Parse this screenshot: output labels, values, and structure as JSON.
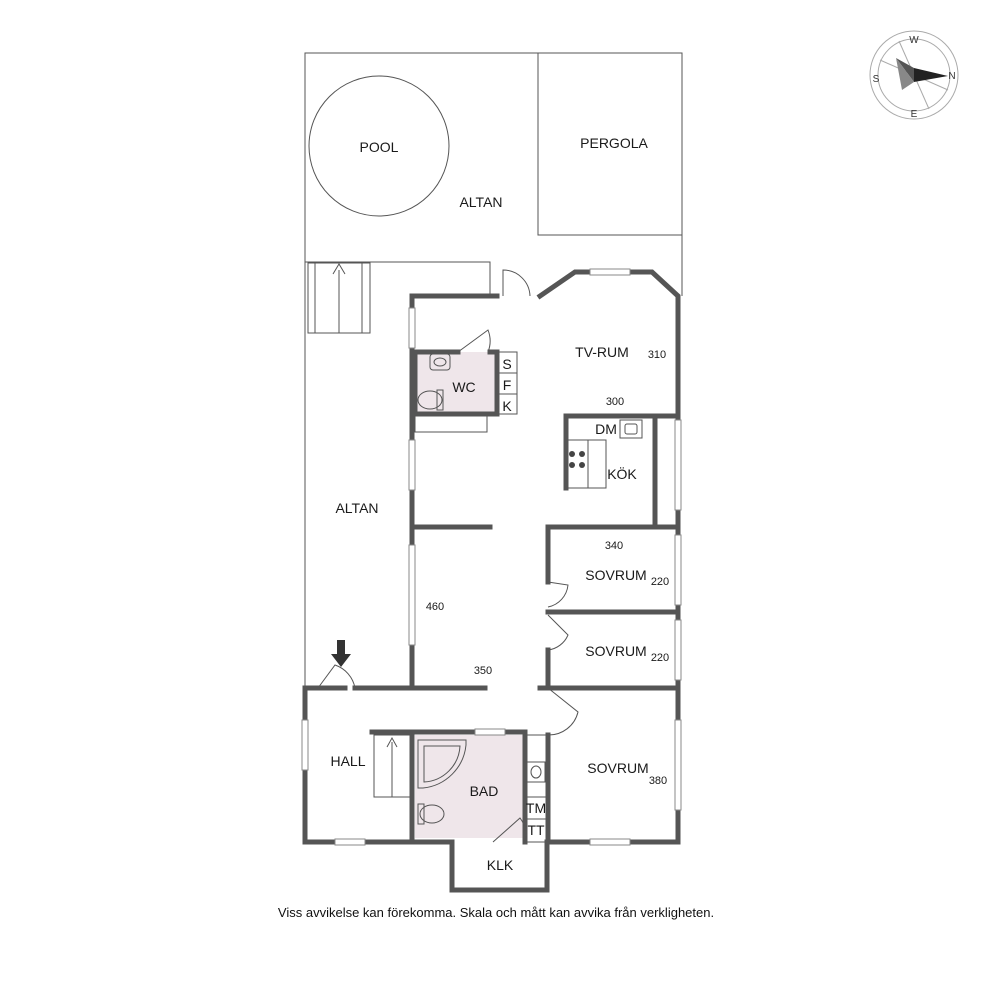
{
  "rooms": {
    "pool": "POOL",
    "pergola": "PERGOLA",
    "altan_top": "ALTAN",
    "altan_side": "ALTAN",
    "tvrum": "TV-RUM",
    "wc": "WC",
    "kok": "KÖK",
    "sovrum1": "SOVRUM",
    "sovrum2": "SOVRUM",
    "sovrum3": "SOVRUM",
    "hall": "HALL",
    "bad": "BAD",
    "klk": "KLK"
  },
  "dimensions": {
    "tvrum_height": "310",
    "tvrum_width": "300",
    "sovrum1_width": "340",
    "sovrum1_height": "220",
    "sovrum2_height": "220",
    "sovrum3_height": "380",
    "hallway_height": "460",
    "hallway_width": "350"
  },
  "fixtures": {
    "s": "S",
    "f": "F",
    "k": "K",
    "dm": "DM",
    "tm": "TM",
    "tt": "TT"
  },
  "compass": {
    "n": "N",
    "s": "S",
    "e": "E",
    "w": "W"
  },
  "colors": {
    "wall": "#555555",
    "wet_room": "#efe6ea"
  },
  "disclaimer": "Viss avvikelse kan förekomma. Skala och mått kan avvika från verkligheten."
}
